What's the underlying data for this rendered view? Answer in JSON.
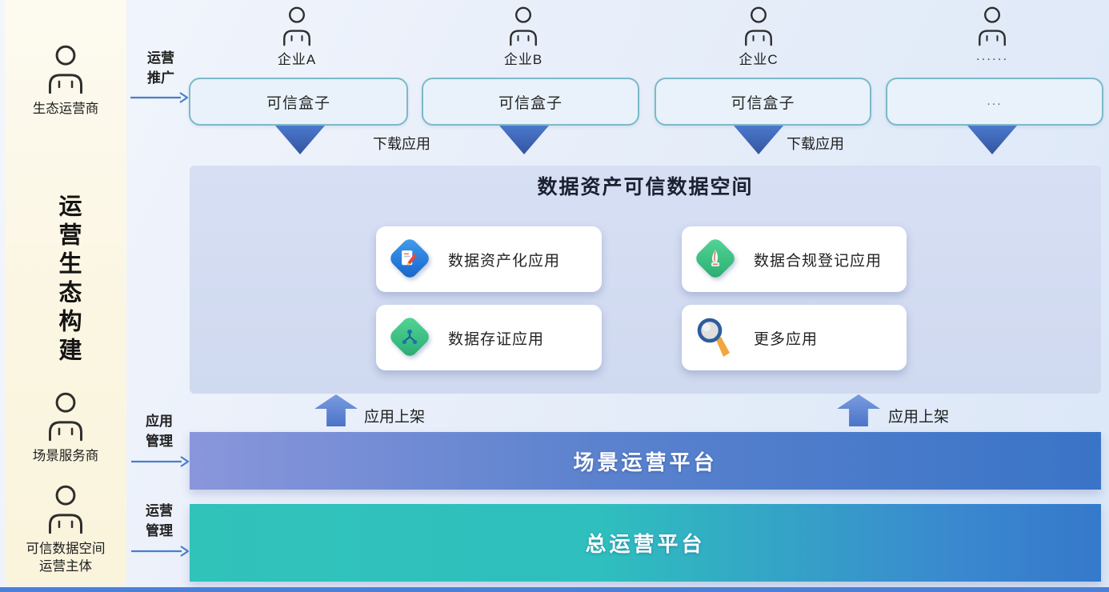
{
  "sidebar": {
    "title": "运营生态构建",
    "actors": [
      {
        "label": "生态运营商"
      },
      {
        "label": "场景服务商"
      },
      {
        "label": "可信数据空间\n运营主体"
      }
    ]
  },
  "flows": [
    {
      "label": "运营\n推广"
    },
    {
      "label": "应用\n管理"
    },
    {
      "label": "运营\n管理"
    }
  ],
  "enterprises": [
    {
      "name": "企业A",
      "box": "可信盒子"
    },
    {
      "name": "企业B",
      "box": "可信盒子"
    },
    {
      "name": "企业C",
      "box": "可信盒子"
    },
    {
      "name": "......",
      "box": "..."
    }
  ],
  "download_labels": [
    {
      "label": "下载应用"
    },
    {
      "label": "下载应用"
    }
  ],
  "data_space": {
    "title": "数据资产可信数据空间",
    "apps": [
      {
        "label": "数据资产化应用",
        "icon": "blue-diamond-document-icon"
      },
      {
        "label": "数据合规登记应用",
        "icon": "green-diamond-pen-icon"
      },
      {
        "label": "数据存证应用",
        "icon": "green-diamond-branch-icon"
      },
      {
        "label": "更多应用",
        "icon": "magnifier-icon"
      }
    ]
  },
  "upload_labels": [
    {
      "label": "应用上架"
    },
    {
      "label": "应用上架"
    }
  ],
  "platforms": [
    {
      "label": "场景运营平台"
    },
    {
      "label": "总运营平台"
    }
  ],
  "colors": {
    "sidebar_bg": "#fbf6e2",
    "trusted_box_border": "#7cb9c6",
    "trusted_box_bg": "#e9f2fb",
    "arrow_blue": "#4a7ec9",
    "triangle_blue": "#3b6cc4",
    "space_bg": "#d3dcf1",
    "scene_bar_gradient_start": "#8a96db",
    "scene_bar_gradient_end": "#3a74c7",
    "main_bar_gradient_start": "#30c3ba",
    "main_bar_gradient_end": "#3579cb"
  }
}
